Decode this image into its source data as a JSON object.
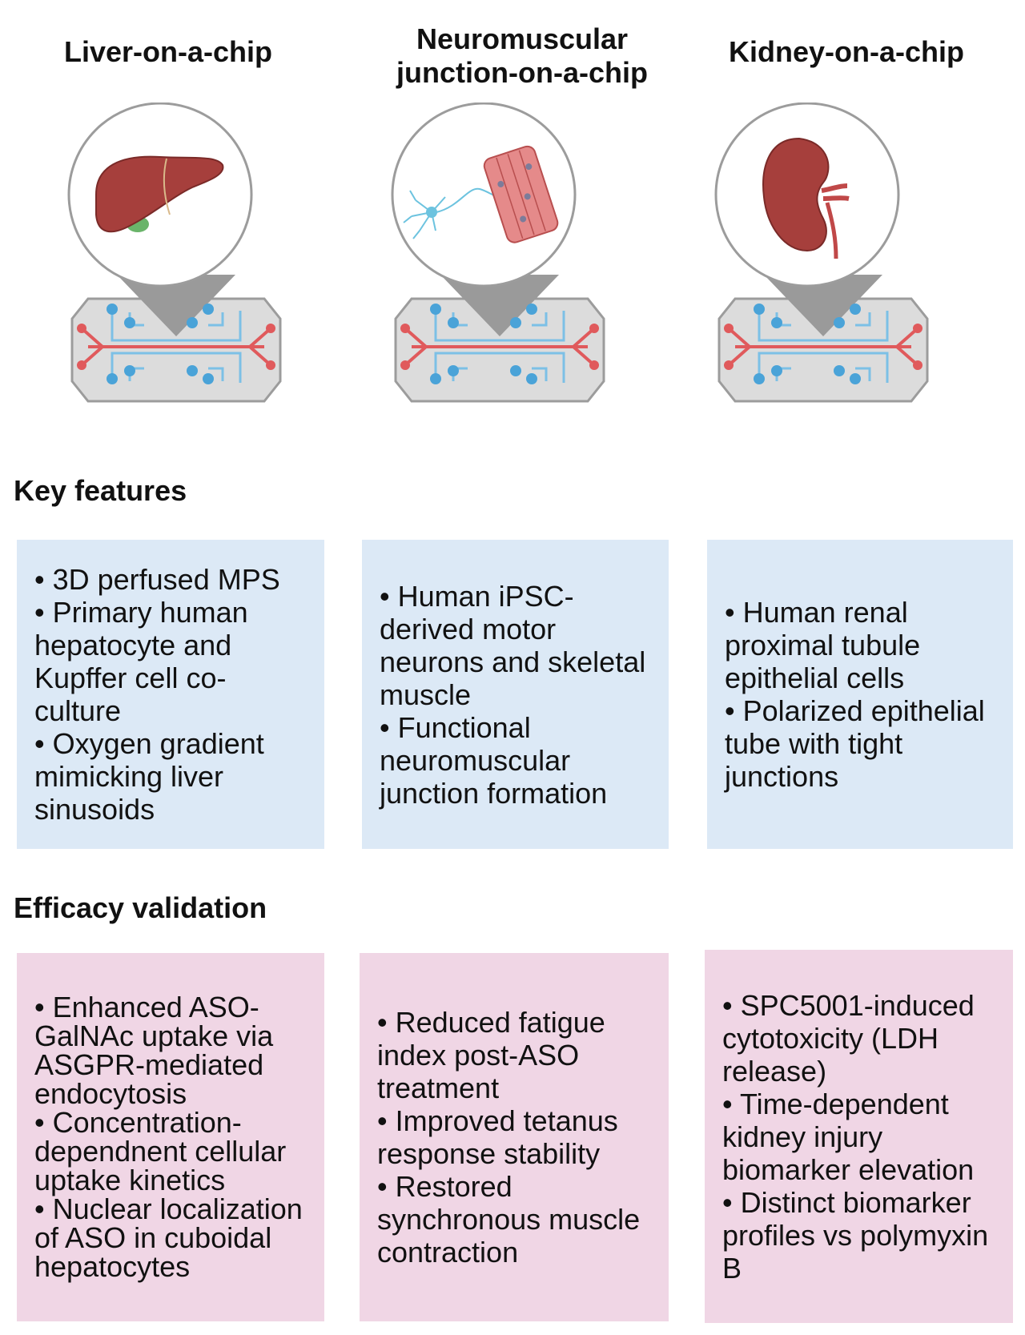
{
  "columns": [
    {
      "title_lines": [
        "Liver-on-a-chip"
      ],
      "organ_icon": "liver-icon",
      "features": [
        "• 3D perfused MPS",
        "• Primary human hepatocyte and Kupffer cell co-culture",
        "• Oxygen gradient mimicking liver sinusoids"
      ],
      "efficacy": [
        "• Enhanced ASO-GalNAc uptake via ASGPR-mediated endocytosis",
        "• Concentration-dependnent cellular uptake kinetics",
        "• Nuclear localization of ASO in cuboidal hepatocytes"
      ]
    },
    {
      "title_lines": [
        "Neuromuscular",
        "junction-on-a-chip"
      ],
      "organ_icon": "neuron-muscle-icon",
      "features": [
        "• Human iPSC-derived motor neurons and skeletal muscle",
        "• Functional neuromuscular junction formation"
      ],
      "efficacy": [
        "• Reduced fatigue index post-ASO treatment",
        "• Improved tetanus response stability",
        "• Restored synchronous muscle contraction"
      ]
    },
    {
      "title_lines": [
        "Kidney-on-a-chip"
      ],
      "organ_icon": "kidney-icon",
      "features": [
        "• Human renal proximal tubule epithelial cells",
        "• Polarized epithelial tube with tight junctions"
      ],
      "efficacy": [
        "• SPC5001-induced cytotoxicity (LDH release)",
        "• Time-dependent kidney injury biomarker elevation",
        "• Distinct biomarker profiles vs polymyxin B"
      ]
    }
  ],
  "sections": {
    "features_title": "Key features",
    "efficacy_title": "Efficacy validation"
  },
  "colors": {
    "features_box": "#dce9f6",
    "efficacy_box": "#f0d6e5",
    "organ_red": "#a63f3c",
    "channel_red": "#e05a5c",
    "channel_blue": "#4aa3d8",
    "chip_gray": "#dcdcdc"
  }
}
